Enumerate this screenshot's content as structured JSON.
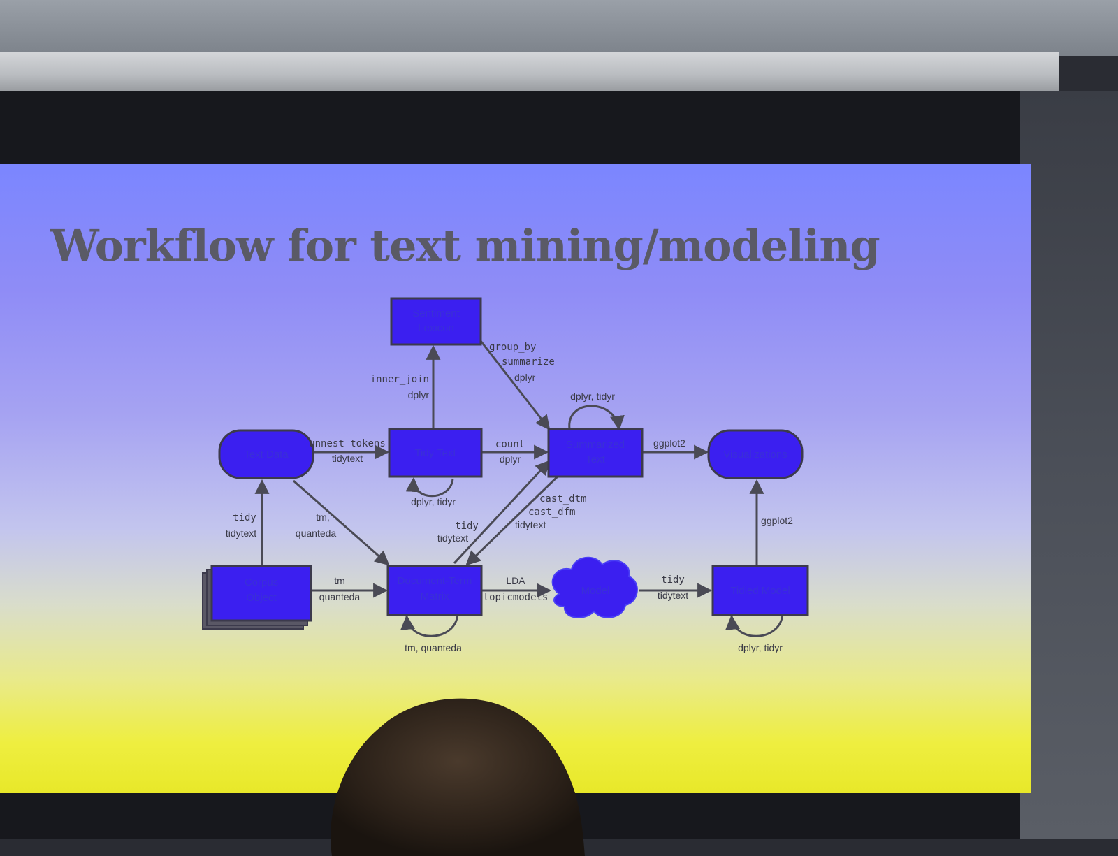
{
  "slide": {
    "title": "Workflow for text mining/modeling"
  },
  "nodes": {
    "sentiment_lexicon": [
      "Sentiment",
      "Lexicon"
    ],
    "text_data": [
      "Text Data"
    ],
    "tidy_text": [
      "Tidy Text"
    ],
    "summarized_text": [
      "Summarized",
      "Text"
    ],
    "visualizations": [
      "Visualizations"
    ],
    "corpus_object": [
      "Corpus",
      "Object"
    ],
    "document_term_matrix": [
      "Document-Term",
      "Matrix"
    ],
    "model": [
      "Model"
    ],
    "tidied_model": [
      "Tidied Model"
    ]
  },
  "edges": {
    "unnest_tokens": {
      "code": "unnest_tokens",
      "pkg": "tidytext"
    },
    "inner_join": {
      "code": "inner_join",
      "pkg": "dplyr"
    },
    "group_by": {
      "code1": "group_by",
      "code2": "summarize",
      "pkg": "dplyr"
    },
    "count": {
      "code": "count",
      "pkg": "dplyr"
    },
    "ggplot2_top": {
      "pkg": "ggplot2"
    },
    "self_summarized": {
      "pkg": "dplyr, tidyr"
    },
    "self_tidy": {
      "pkg": "dplyr, tidyr"
    },
    "tidy_left": {
      "code": "tidy",
      "pkg": "tidytext"
    },
    "tm_quanteda_diag": {
      "pkg1": "tm,",
      "pkg2": "quanteda"
    },
    "tidy_mid": {
      "code": "tidy",
      "pkg": "tidytext"
    },
    "cast": {
      "code1": "cast_dtm",
      "code2": "cast_dfm",
      "pkg": "tidytext"
    },
    "ggplot2_right": {
      "pkg": "ggplot2"
    },
    "tm_quanteda_bottom": {
      "pkg1": "tm",
      "pkg2": "quanteda"
    },
    "lda": {
      "pkg": "LDA",
      "code": "topicmodels"
    },
    "tidy_bottom": {
      "code": "tidy",
      "pkg": "tidytext"
    },
    "self_dtm": {
      "pkg": "tm, quanteda"
    },
    "self_tidied": {
      "pkg": "dplyr, tidyr"
    }
  },
  "colors": {
    "node_fill": "#3b1ff0",
    "node_border": "#3c3a4c",
    "arrow": "#4a4a55",
    "title": "#5a5a66"
  }
}
